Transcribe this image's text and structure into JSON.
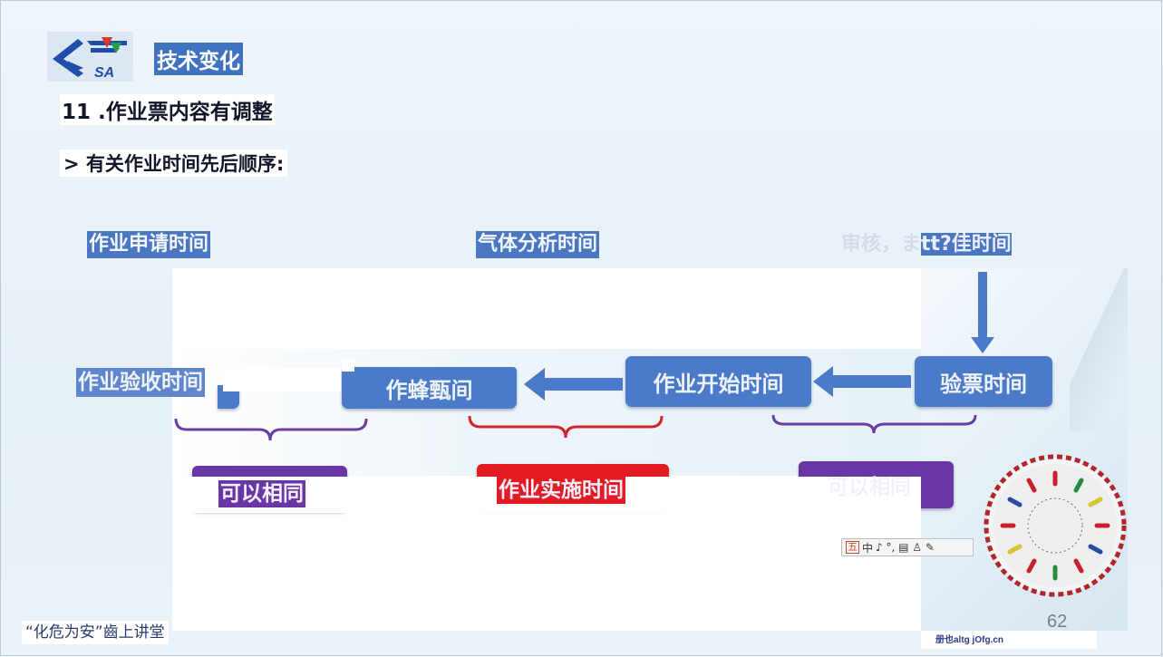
{
  "header": {
    "logo_text": "SA",
    "section_title": "技术变化",
    "heading": "11 .作业票内容有调整",
    "subheading": "> 有关作业时间先后顺序:"
  },
  "top_labels": {
    "apply_time": "作业申请时间",
    "gas_analysis_time": "气体分析时间",
    "review_prefix": "审核，ま",
    "review_highlight": "tt?佳时间"
  },
  "flow": {
    "ticket_check": "验票时间",
    "work_start": "作业开始时间",
    "work_end": "作蜂甄间",
    "acceptance": "作业验收时间"
  },
  "results": {
    "same_left": "可以相同",
    "implementation": "作业实施时间",
    "same_right": "可以相同"
  },
  "ime": {
    "mode_five": "五",
    "mode_cn": "中",
    "glyphs": "♪ °, ▤ ♙ ✎"
  },
  "colors": {
    "flow_blue": "#4b7bc8",
    "purple": "#6a36a5",
    "red": "#e21b23"
  },
  "footer": {
    "series_label": "“化危为安”齒上讲堂",
    "page_number": "62",
    "watermark": "册也altg jOfg.cn"
  }
}
